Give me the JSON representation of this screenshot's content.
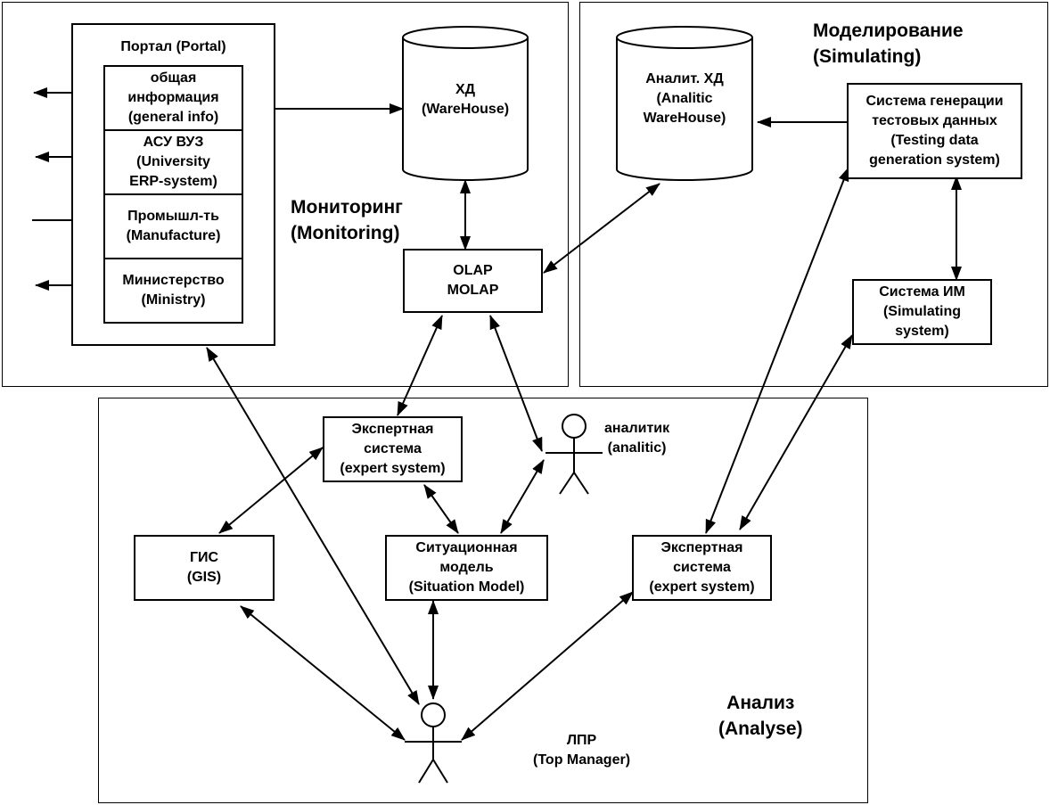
{
  "regions": {
    "monitoring": {
      "title": "Мониторинг",
      "subtitle": "(Monitoring)"
    },
    "simulating": {
      "title": "Моделирование",
      "subtitle": "(Simulating)"
    },
    "analysis": {
      "title": "Анализ",
      "subtitle": "(Analyse)"
    }
  },
  "portal": {
    "title": "Портал (Portal)",
    "general_info": [
      "общая",
      "информация",
      "(general info)"
    ],
    "erp": [
      "АСУ ВУЗ",
      "(University",
      "ERP-system)"
    ],
    "manufacture": [
      "Промышл-ть",
      "(Manufacture)"
    ],
    "ministry": [
      "Министерство",
      "(Ministry)"
    ]
  },
  "warehouse": [
    "ХД",
    "(WareHouse)"
  ],
  "analytic_warehouse": [
    "Аналит. ХД",
    "(Analitic",
    "WareHouse)"
  ],
  "olap": [
    "OLAP",
    "MOLAP"
  ],
  "testing_data_system": [
    "Система генерации",
    "тестовых данных",
    "(Testing data",
    "generation system)"
  ],
  "simulating_system": [
    "Система ИМ",
    "(Simulating",
    "system)"
  ],
  "expert_system_1": [
    "Экспертная",
    "система",
    "(expert system)"
  ],
  "expert_system_2": [
    "Экспертная",
    "система",
    "(expert system)"
  ],
  "gis": [
    "ГИС",
    "(GIS)"
  ],
  "situation_model": [
    "Ситуационная",
    "модель",
    "(Situation Model)"
  ],
  "analyst": [
    "аналитик",
    "(analitic)"
  ],
  "top_manager": [
    "ЛПР",
    "(Top Manager)"
  ],
  "colors": {
    "stroke": "#000000",
    "background": "#ffffff"
  }
}
